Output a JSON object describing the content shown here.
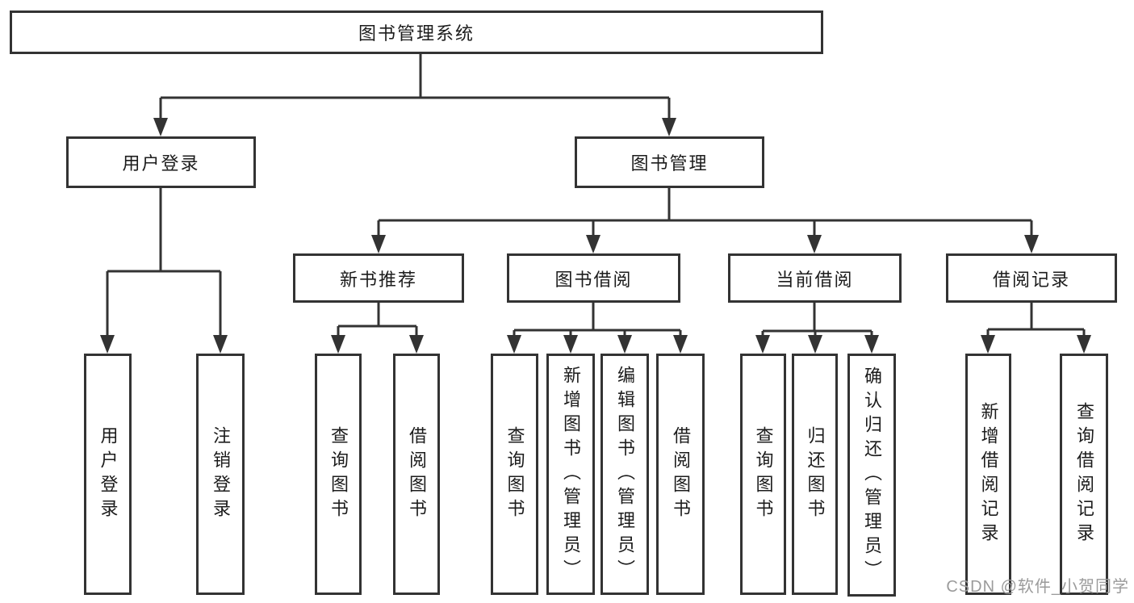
{
  "tree": {
    "root": {
      "label": "图书管理系统",
      "children": [
        {
          "label": "用户登录",
          "children": [
            {
              "label": "用户登录"
            },
            {
              "label": "注销登录"
            }
          ]
        },
        {
          "label": "图书管理",
          "children": [
            {
              "label": "新书推荐",
              "children": [
                {
                  "label": "查询图书"
                },
                {
                  "label": "借阅图书"
                }
              ]
            },
            {
              "label": "图书借阅",
              "children": [
                {
                  "label": "查询图书"
                },
                {
                  "label": "新增图书（管理员）"
                },
                {
                  "label": "编辑图书（管理员）"
                },
                {
                  "label": "借阅图书"
                }
              ]
            },
            {
              "label": "当前借阅",
              "children": [
                {
                  "label": "查询图书"
                },
                {
                  "label": "归还图书"
                },
                {
                  "label": "确认归还（管理员）"
                }
              ]
            },
            {
              "label": "借阅记录",
              "children": [
                {
                  "label": "新增借阅记录"
                },
                {
                  "label": "查询借阅记录"
                }
              ]
            }
          ]
        }
      ]
    }
  },
  "watermark": "CSDN @软件_小贺同学",
  "colors": {
    "line": "#333333",
    "box_border": "#333333",
    "box_fill": "#ffffff",
    "text": "#1c1c1c",
    "watermark": "#9b9b9b",
    "background": "#ffffff"
  }
}
